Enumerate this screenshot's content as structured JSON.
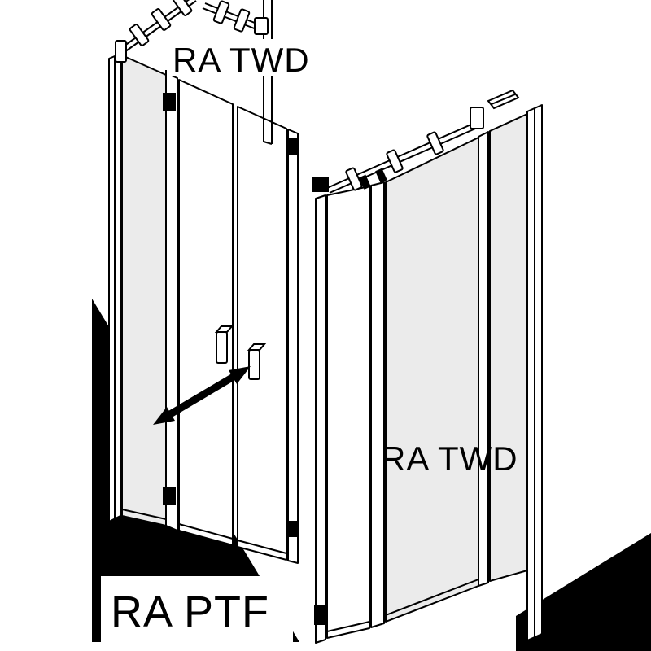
{
  "diagram": {
    "labels": {
      "top": "RA TWD",
      "right": "RA TWD",
      "bottom": "RA PTF"
    },
    "colors": {
      "background": "#ffffff",
      "line": "#000000",
      "glass": "#ebebeb",
      "panel": "#ffffff",
      "floor_shadow": "#000000",
      "text": "#000000"
    },
    "icons": {
      "swing_arrow": "double-headed-diagonal-arrow",
      "door_handle_left": "vertical-bar-handle",
      "door_handle_right": "vertical-bar-handle",
      "stabilizer_clamp": "rounded-clamp-block",
      "hinge": "black-hinge-block"
    }
  }
}
